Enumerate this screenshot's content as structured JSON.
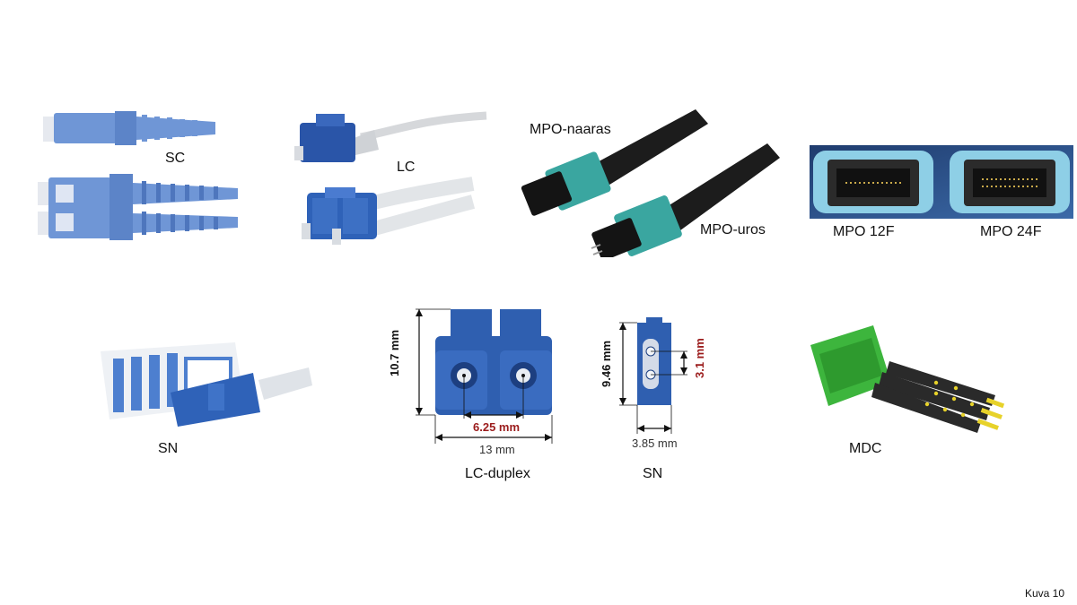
{
  "labels": {
    "sc": "SC",
    "lc": "LC",
    "mpo_female": "MPO-naaras",
    "mpo_male": "MPO-uros",
    "mpo_12f": "MPO 12F",
    "mpo_24f": "MPO 24F",
    "sn_photo": "SN",
    "lc_duplex": "LC-duplex",
    "sn_drawing": "SN",
    "mdc": "MDC"
  },
  "dimensions": {
    "lc_height": "10.7 mm",
    "lc_pitch": "6.25 mm",
    "lc_width": "13 mm",
    "sn_height": "9.46 mm",
    "sn_pitch": "3.1 mm",
    "sn_width": "3.85 mm"
  },
  "caption": "Kuva 10",
  "colors": {
    "connector_blue": "#2f5fb0",
    "light_blue": "#6f96d6",
    "aqua": "#3aa6a0",
    "green": "#3db53d",
    "dim_red": "#9b1c1c"
  }
}
